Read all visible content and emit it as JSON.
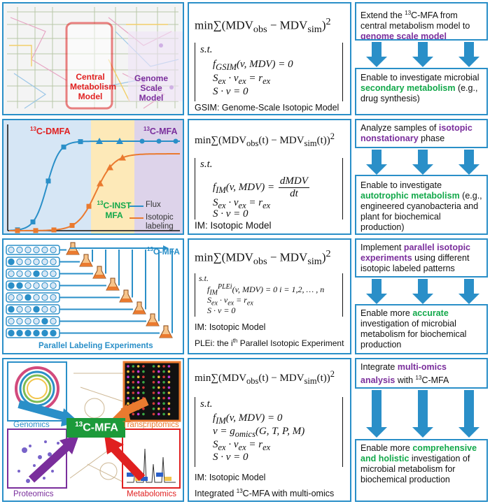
{
  "row1": {
    "map": {
      "central_label": "Central\nMetabolism\nModel",
      "genome_label": "Genome\nScale\nModel"
    },
    "eq": {
      "objective": "min∑(MDV<sub>obs</sub> − MDV<sub>sim</sub>)<sup>2</sup>",
      "st": "s.t.",
      "c1": "f<sub>GSIM</sub>(v, MDV) = 0",
      "c2": "S<sub>ex</sub> · v<sub>ex</sub> = r<sub>ex</sub>",
      "c3": "S · v = 0"
    },
    "caption": "GSIM: Genome-Scale Isotopic Model",
    "top_text_pre": "Extend the ",
    "top_sup": "13",
    "top_text_mid": "C-MFA from central metabolism model to ",
    "top_highlight": "genome scale model",
    "bottom_pre": "Enable to investigate microbial ",
    "bottom_highlight": "secondary metabolism",
    "bottom_post": " (e.g., drug synthesis)"
  },
  "row2": {
    "chart": {
      "dmfa": "C-DMFA",
      "mfa": "C-MFA",
      "inst1": "C-INST",
      "inst2": "MFA",
      "legend_flux": "Flux",
      "legend_iso1": "Isotopic",
      "legend_iso2": "labeling",
      "sup": "13"
    },
    "chart_colors": {
      "flux": "#2a8fc8",
      "isotopic": "#ea7a2f",
      "band_yellow": "#fde9b8",
      "band_purple": "#ddd3ea",
      "band_blue": "#d6e6f5"
    },
    "eq": {
      "objective": "min∑(MDV<sub>obs</sub>(t) − MDV<sub>sim</sub>(t))<sup>2</sup>",
      "st": "s.t.",
      "c1": "f<sub>IM</sub>(v, MDV) = ",
      "frac_num": "dMDV",
      "frac_den": "dt",
      "c2": "S<sub>ex</sub> · v<sub>ex</sub> = r<sub>ex</sub>",
      "c3": "S · v = 0"
    },
    "caption": "IM: Isotopic Model",
    "top_pre": "Analyze samples of ",
    "top_highlight": "isotopic nonstationary",
    "top_post": " phase",
    "bottom_pre": "Enable to investigate ",
    "bottom_highlight": "autotrophic metabolism",
    "bottom_post": " (e.g., engineered cyanobacteria and plant for biochemical production)"
  },
  "row3": {
    "diagram": {
      "title": "C-MFA",
      "sup": "13",
      "caption": "Parallel Labeling Experiments"
    },
    "eq": {
      "objective": "min∑(MDV<sub>obs</sub> − MDV<sub>sim</sub>)<sup>2</sup>",
      "st": "s.t.",
      "c1": "f<sub>IM</sub><sup>PLEi</sup>(v, MDV) = 0   i = 1,2, … , n",
      "c2": "S<sub>ex</sub> · v<sub>ex</sub> = r<sub>ex</sub>",
      "c3": "S · v = 0"
    },
    "caption1": "IM: Isotopic Model",
    "caption2_pre": "PLEi: the i",
    "caption2_sup": "th",
    "caption2_post": " Parallel Isotopic Experiment",
    "top_pre": "Implement ",
    "top_highlight": "parallel isotopic experiments",
    "top_post": " using different isotopic labeled patterns",
    "bottom_pre": "Enable more ",
    "bottom_highlight": "accurate",
    "bottom_post": " investigation of microbial metabolism for biochemical production"
  },
  "row4": {
    "omics": {
      "center": "C-MFA",
      "sup": "13",
      "genomics": "Genomics",
      "transcriptomics": "Transcriptomics",
      "proteomics": "Proteomics",
      "metabolomics": "Metabolomics"
    },
    "eq": {
      "objective": "min∑(MDV<sub>obs</sub>(t) − MDV<sub>sim</sub>(t))<sup>2</sup>",
      "st": "s.t.",
      "c1": "f<sub>IM</sub>(v, MDV) = 0",
      "c2": "v = g<sub>omics</sub>(G, T, P, M)",
      "c3": "S<sub>ex</sub> · v<sub>ex</sub> = r<sub>ex</sub>",
      "c4": "S · v = 0"
    },
    "caption1": "IM: Isotopic Model",
    "caption2_pre": "Integrated ",
    "caption2_sup": "13",
    "caption2_post": "C-MFA with multi-omics",
    "top_pre": "Integrate ",
    "top_highlight": "multi-omics analysis",
    "top_mid": " with ",
    "top_sup": "13",
    "top_post": "C-MFA",
    "bottom_pre": "Enable more ",
    "bottom_highlight": "comprehensive and holistic",
    "bottom_post": " investigation of microbial metabolism for biochemical production"
  }
}
